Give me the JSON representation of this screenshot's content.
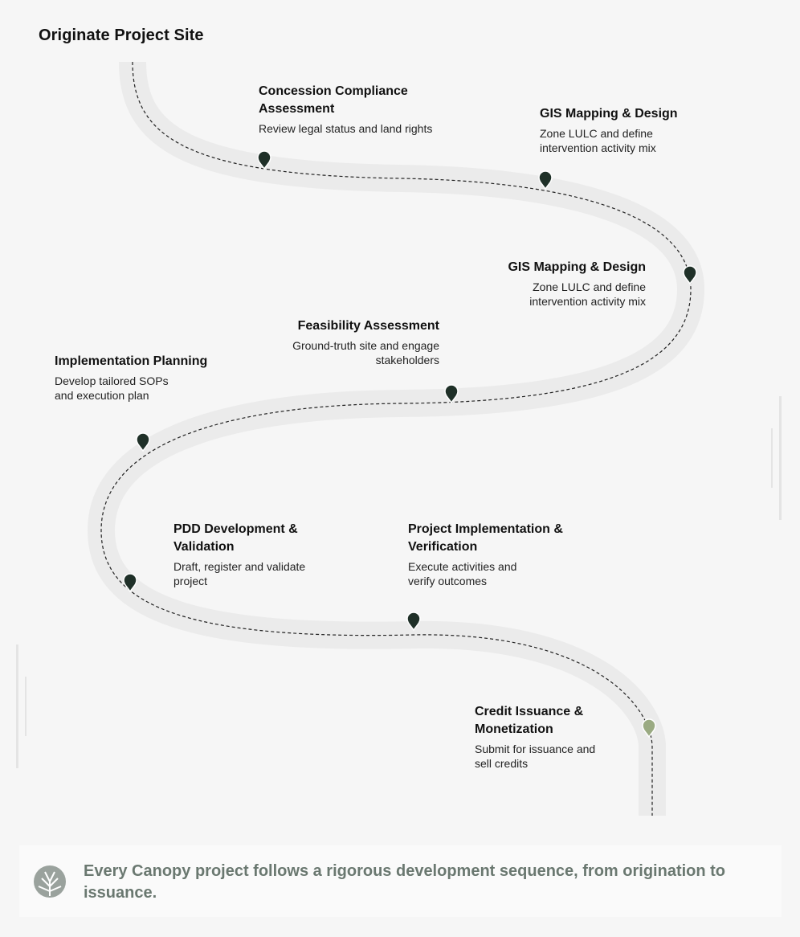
{
  "page_title": "Originate Project Site",
  "steps": [
    {
      "title": "Concession Compliance Assessment",
      "desc": "Review legal status and land rights"
    },
    {
      "title": "GIS Mapping & Design",
      "desc": "Zone LULC and define intervention activity mix"
    },
    {
      "title": "GIS Mapping & Design",
      "desc": "Zone LULC and define intervention activity mix"
    },
    {
      "title": "Feasibility Assessment",
      "desc": "Ground-truth site and engage stakeholders"
    },
    {
      "title": "Implementation Planning",
      "desc": "Develop tailored SOPs and execution plan"
    },
    {
      "title": "PDD Development & Validation",
      "desc": "Draft, register and validate project"
    },
    {
      "title": "Project Implementation & Verification",
      "desc": "Execute activities and verify outcomes"
    },
    {
      "title": "Credit Issuance & Monetization",
      "desc": "Submit for issuance and sell credits"
    }
  ],
  "footer": {
    "text": "Every Canopy project follows a rigorous development sequence, from origination to issuance.",
    "icon": "canopy-tree-logo-icon"
  },
  "colors": {
    "road": "#ebebeb",
    "pin": "#1f3028",
    "pin_final": "#9aaa82",
    "footer_text": "#6a7870"
  }
}
